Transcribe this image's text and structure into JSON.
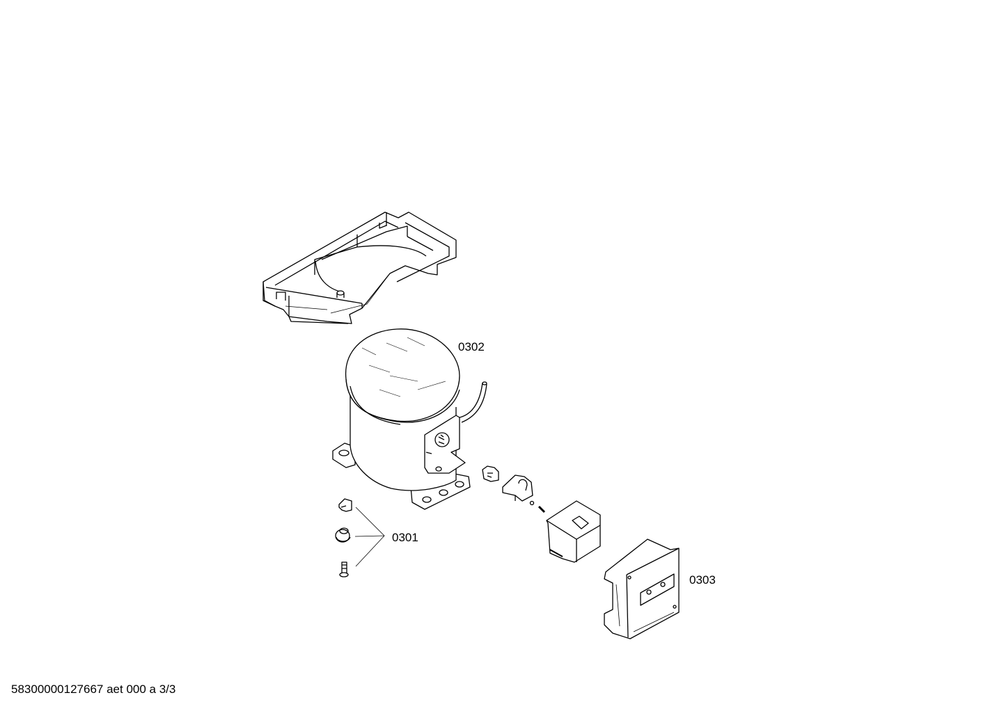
{
  "diagram": {
    "type": "exploded-parts-view",
    "subject": "refrigerator compressor assembly",
    "parts": [
      {
        "id": "drip-tray",
        "label": ""
      },
      {
        "id": "compressor",
        "label": "0302"
      },
      {
        "id": "mounting-hardware",
        "label": "0301",
        "items": [
          "clip",
          "rubber grommet",
          "bolt"
        ]
      },
      {
        "id": "starter-relay",
        "label": ""
      },
      {
        "id": "relay-cover",
        "label": ""
      },
      {
        "id": "electronic-module",
        "label": "0303"
      }
    ],
    "labels": {
      "compressor": "0302",
      "hardware": "0301",
      "module": "0303"
    }
  },
  "footer": {
    "document_id": "58300000127667 aet 000 a 3/3"
  }
}
